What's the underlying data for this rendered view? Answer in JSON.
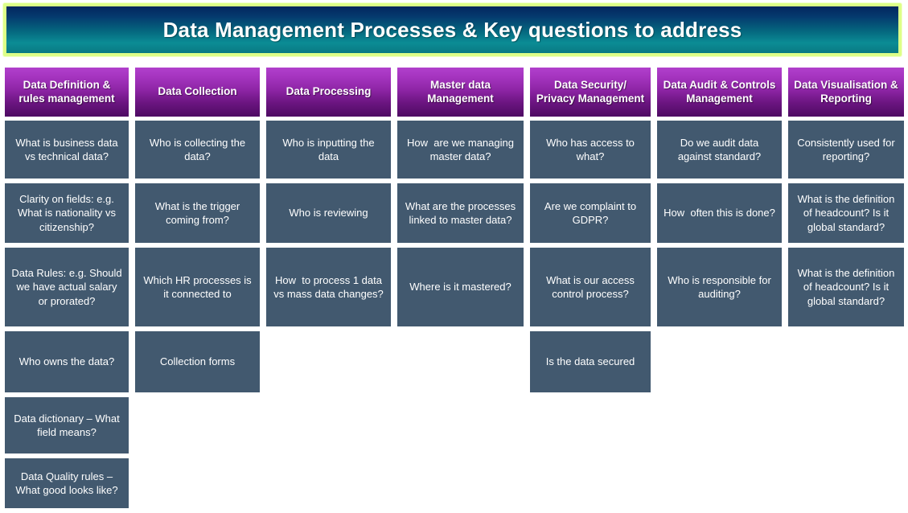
{
  "banner": {
    "title": "Data Management Processes & Key questions to address",
    "gradient_from": "#04265e",
    "gradient_to": "#0b8c95",
    "border_color": "#ddff88"
  },
  "theme": {
    "header_gradient_from": "#b13fcc",
    "header_gradient_to": "#4e0a63",
    "cell_background": "#42596f",
    "cell_text": "#ffffff",
    "page_background": "#ffffff"
  },
  "columns": [
    {
      "header": "Data Definition & rules management",
      "cells": [
        {
          "text": "What is business data vs technical data?",
          "height": 72
        },
        {
          "text": "Clarity on fields: e.g. What is nationality vs citizenship?",
          "height": 74
        },
        {
          "text": "Data Rules: e.g. Should we have actual salary or prorated?",
          "height": 98
        },
        {
          "text": "Who owns the data?",
          "height": 76
        },
        {
          "text": "Data dictionary – What field means?",
          "height": 70
        },
        {
          "text": "Data Quality rules – What good looks like?",
          "height": 62
        }
      ]
    },
    {
      "header": "Data Collection",
      "cells": [
        {
          "text": "Who is collecting the data?",
          "height": 72
        },
        {
          "text": "What is the trigger coming from?",
          "height": 74
        },
        {
          "text": "Which HR processes is it connected to",
          "height": 98
        },
        {
          "text": "Collection forms",
          "height": 76
        }
      ]
    },
    {
      "header": "Data Processing",
      "cells": [
        {
          "text": "Who is inputting the data",
          "height": 72
        },
        {
          "text": "Who is reviewing",
          "height": 74
        },
        {
          "text": "How  to process 1 data vs mass data changes?",
          "height": 98
        }
      ]
    },
    {
      "header": "Master data Management",
      "cells": [
        {
          "text": "How  are we managing master data?",
          "height": 72
        },
        {
          "text": "What are the processes linked to master data?",
          "height": 74
        },
        {
          "text": "Where is it mastered?",
          "height": 98
        }
      ]
    },
    {
      "header": "Data Security/ Privacy Management",
      "cells": [
        {
          "text": "Who has access to what?",
          "height": 72
        },
        {
          "text": "Are we complaint to GDPR?",
          "height": 74
        },
        {
          "text": "What is our access control process?",
          "height": 98
        },
        {
          "text": "Is the data secured",
          "height": 76
        }
      ]
    },
    {
      "header": "Data Audit & Controls Management",
      "cells": [
        {
          "text": "Do we audit data against standard?",
          "height": 72
        },
        {
          "text": "How  often this is done?",
          "height": 74
        },
        {
          "text": "Who is responsible for auditing?",
          "height": 98
        }
      ]
    },
    {
      "header": "Data Visualisation & Reporting",
      "cells": [
        {
          "text": "Consistently used for reporting?",
          "height": 72
        },
        {
          "text": "What is the definition of headcount? Is it global standard?",
          "height": 74
        },
        {
          "text": "What is the definition of headcount? Is it global standard?",
          "height": 98
        }
      ]
    }
  ]
}
